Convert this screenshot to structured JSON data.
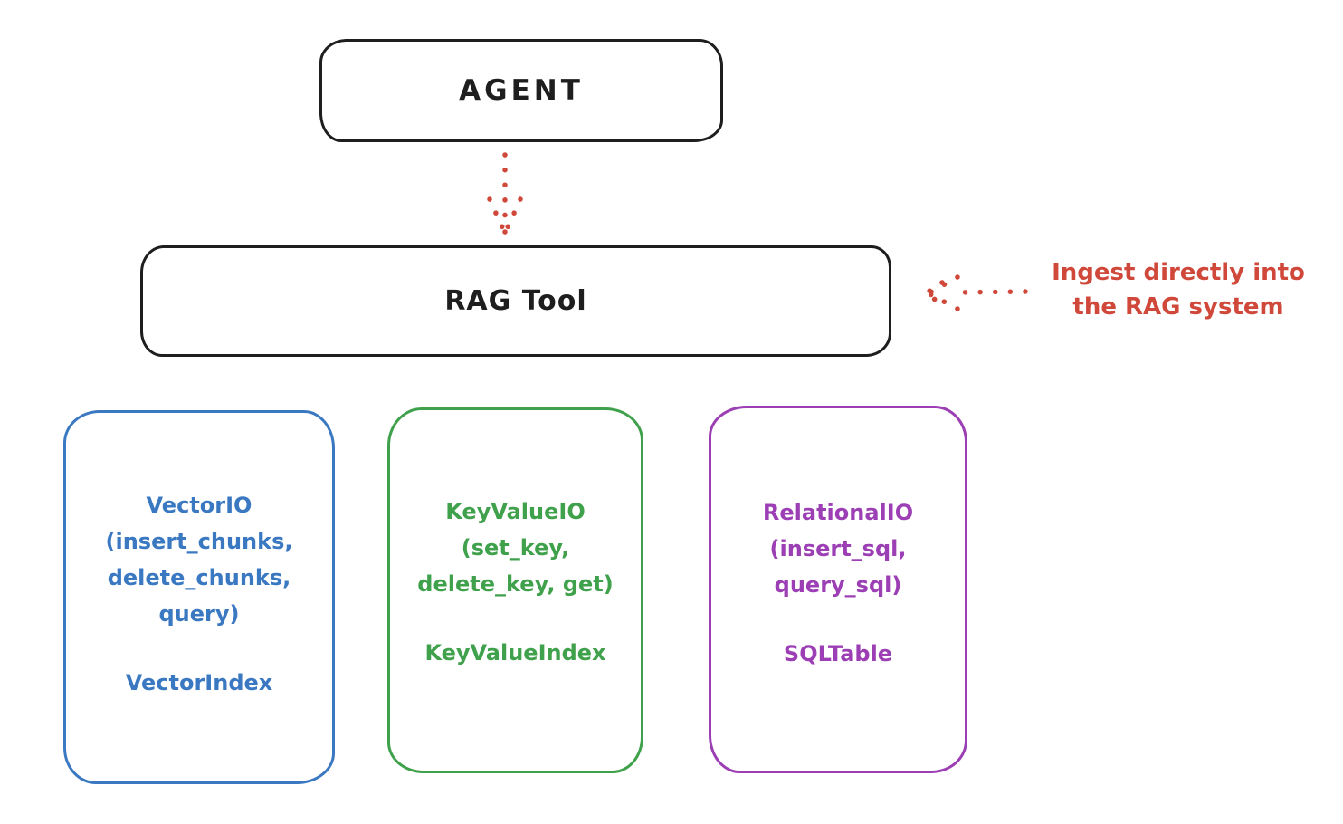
{
  "title": "RAG Tool architecture diagram",
  "colors": {
    "ink": "#1e1e1e",
    "red": "#d0483a",
    "blue": "#3a78c2",
    "green": "#3fa14b",
    "purple": "#9c3fb5",
    "background": "#ffffff"
  },
  "agent": {
    "label": "AGENT"
  },
  "rag_tool": {
    "label": "RAG Tool"
  },
  "annotation": {
    "text": "Ingest directly into\nthe RAG system"
  },
  "modules": [
    {
      "name": "vector-io",
      "color": "#3a78c2",
      "title": "VectorIO\n(insert_chunks,\ndelete_chunks,\nquery)",
      "index": "VectorIndex"
    },
    {
      "name": "key-value-io",
      "color": "#3fa14b",
      "title": "KeyValueIO\n(set_key,\ndelete_key, get)",
      "index": "KeyValueIndex"
    },
    {
      "name": "relational-io",
      "color": "#9c3fb5",
      "title": "RelationalIO\n(insert_sql,\nquery_sql)",
      "index": "SQLTable"
    }
  ]
}
